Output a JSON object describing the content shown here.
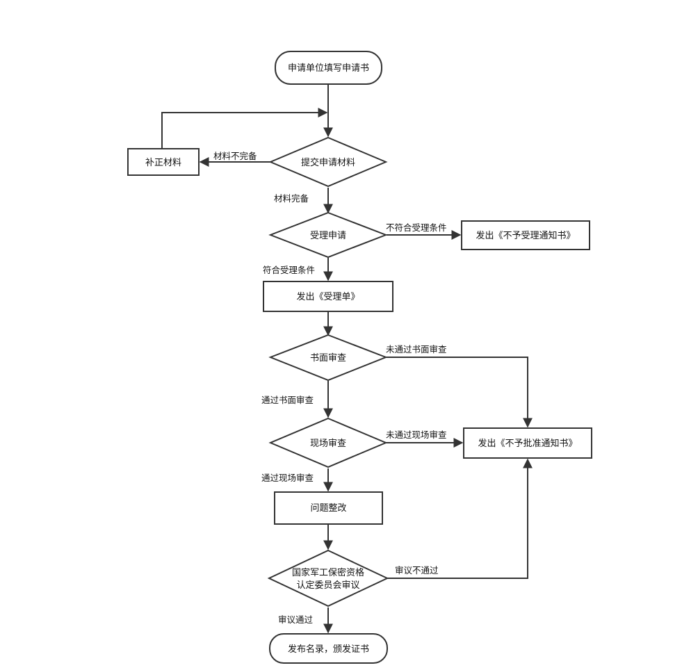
{
  "nodes": {
    "start": "申请单位填写申请书",
    "submit": "提交申请材料",
    "supplement": "补正材料",
    "accept": "受理申请",
    "reject_notice": "发出《不予受理通知书》",
    "accept_slip": "发出《受理单》",
    "written_review": "书面审查",
    "onsite_review": "现场审查",
    "deny_notice": "发出《不予批准通知书》",
    "rectify": "问题整改",
    "committee_line1": "国家军工保密资格",
    "committee_line2": "认定委员会审议",
    "end": "发布名录，颁发证书"
  },
  "edges": {
    "incomplete": "材料不完备",
    "complete": "材料完备",
    "not_qualified": "不符合受理条件",
    "qualified": "符合受理条件",
    "written_fail": "未通过书面审查",
    "written_pass": "通过书面审查",
    "onsite_fail": "未通过现场审查",
    "onsite_pass": "通过现场审查",
    "review_fail": "审议不通过",
    "review_pass": "审议通过"
  }
}
